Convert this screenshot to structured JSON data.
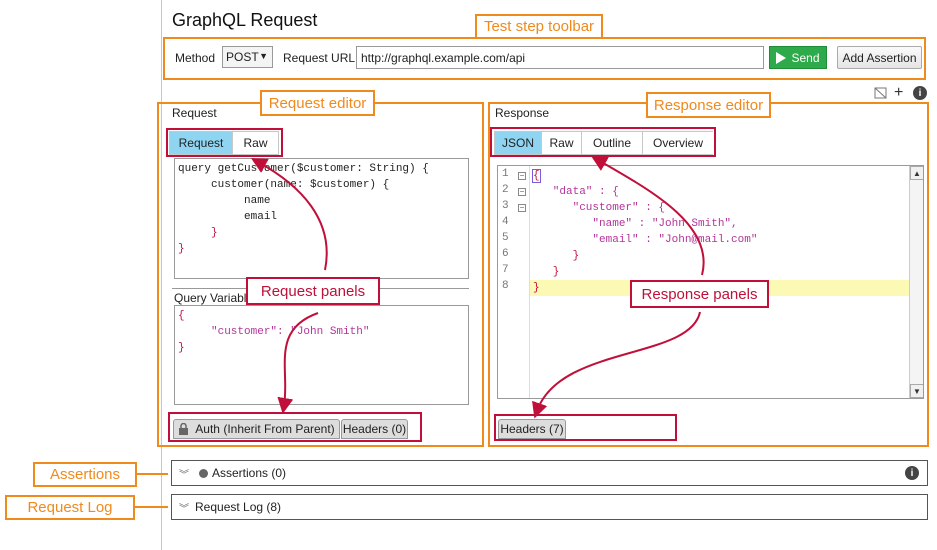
{
  "page_title": "GraphQL Request",
  "toolbar": {
    "method_label": "Method",
    "method_value": "POST",
    "url_label": "Request URL:",
    "url_value": "http://graphql.example.com/api",
    "send_label": "Send",
    "add_assertion_label": "Add Assertion"
  },
  "request": {
    "section_label": "Request",
    "tabs": [
      "Request",
      "Raw"
    ],
    "query_lines": [
      "query getCustomer($customer: String) {",
      "     customer(name: $customer) {",
      "          name",
      "          email",
      "     }",
      "}"
    ],
    "variables_label": "Query Variables",
    "variables_lines": [
      "{",
      "     \"customer\": \"John Smith\"",
      "}"
    ],
    "bottom_tabs": [
      "Auth (Inherit From Parent)",
      "Headers (0)"
    ]
  },
  "response": {
    "section_label": "Response",
    "tabs": [
      "JSON",
      "Raw",
      "Outline",
      "Overview"
    ],
    "line_numbers": [
      "1",
      "2",
      "3",
      "4",
      "5",
      "6",
      "7",
      "8"
    ],
    "lines": [
      "{",
      "   \"data\" : {",
      "      \"customer\" : {",
      "         \"name\" : \"John Smith\",",
      "         \"email\" : \"John@mail.com\"",
      "      }",
      "   }",
      "}"
    ],
    "bottom_tabs": [
      "Headers (7)"
    ]
  },
  "assertions": {
    "label": "Assertions (0)"
  },
  "request_log": {
    "label": "Request Log (8)"
  },
  "callouts": {
    "toolbar": "Test step toolbar",
    "request_editor": "Request editor",
    "response_editor": "Response editor",
    "request_panels": "Request panels",
    "response_panels": "Response panels",
    "assertions": "Assertions",
    "request_log": "Request Log"
  },
  "colors": {
    "orange": "#f08a1c",
    "crimson": "#c0103a",
    "active_tab": "#8fd5f2",
    "send_green": "#2eaa4a"
  }
}
